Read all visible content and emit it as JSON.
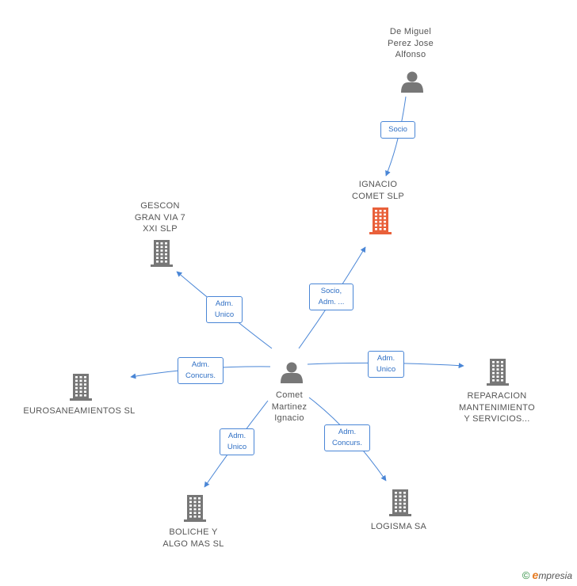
{
  "center": {
    "name_lines": [
      "Comet",
      "Martinez",
      "Ignacio"
    ],
    "type": "person"
  },
  "nodes": [
    {
      "id": "de-miguel",
      "type": "person",
      "color": "#777777",
      "lines": [
        "De Miguel",
        "Perez Jose",
        "Alfonso"
      ]
    },
    {
      "id": "ignacio-comet",
      "type": "company",
      "color": "#e9603a",
      "lines": [
        "IGNACIO",
        "COMET SLP"
      ]
    },
    {
      "id": "gescon",
      "type": "company",
      "color": "#777777",
      "lines": [
        "GESCON",
        "GRAN VIA 7",
        "XXI SLP"
      ]
    },
    {
      "id": "eurosaneamientos",
      "type": "company",
      "color": "#777777",
      "lines": [
        "EUROSANEAMIENTOS SL"
      ]
    },
    {
      "id": "reparacion",
      "type": "company",
      "color": "#777777",
      "lines": [
        "REPARACION",
        "MANTENIMIENTO",
        "Y SERVICIOS..."
      ]
    },
    {
      "id": "boliche",
      "type": "company",
      "color": "#777777",
      "lines": [
        "BOLICHE Y",
        "ALGO MAS SL"
      ]
    },
    {
      "id": "logisma",
      "type": "company",
      "color": "#777777",
      "lines": [
        "LOGISMA SA"
      ]
    }
  ],
  "edges": [
    {
      "from": "de-miguel",
      "to": "ignacio-comet",
      "label_lines": [
        "Socio"
      ]
    },
    {
      "from": "center",
      "to": "ignacio-comet",
      "label_lines": [
        "Socio,",
        "Adm. ..."
      ]
    },
    {
      "from": "center",
      "to": "gescon",
      "label_lines": [
        "Adm.",
        "Unico"
      ]
    },
    {
      "from": "center",
      "to": "eurosaneamientos",
      "label_lines": [
        "Adm.",
        "Concurs."
      ]
    },
    {
      "from": "center",
      "to": "reparacion",
      "label_lines": [
        "Adm.",
        "Unico"
      ]
    },
    {
      "from": "center",
      "to": "boliche",
      "label_lines": [
        "Adm.",
        "Unico"
      ]
    },
    {
      "from": "center",
      "to": "logisma",
      "label_lines": [
        "Adm.",
        "Concurs."
      ]
    }
  ],
  "colors": {
    "edge": "#4a86d6",
    "node": "#777777",
    "highlight": "#e9603a"
  },
  "footer": {
    "copyright_symbol": "©",
    "brand_first": "e",
    "brand_rest": "mpresia"
  }
}
